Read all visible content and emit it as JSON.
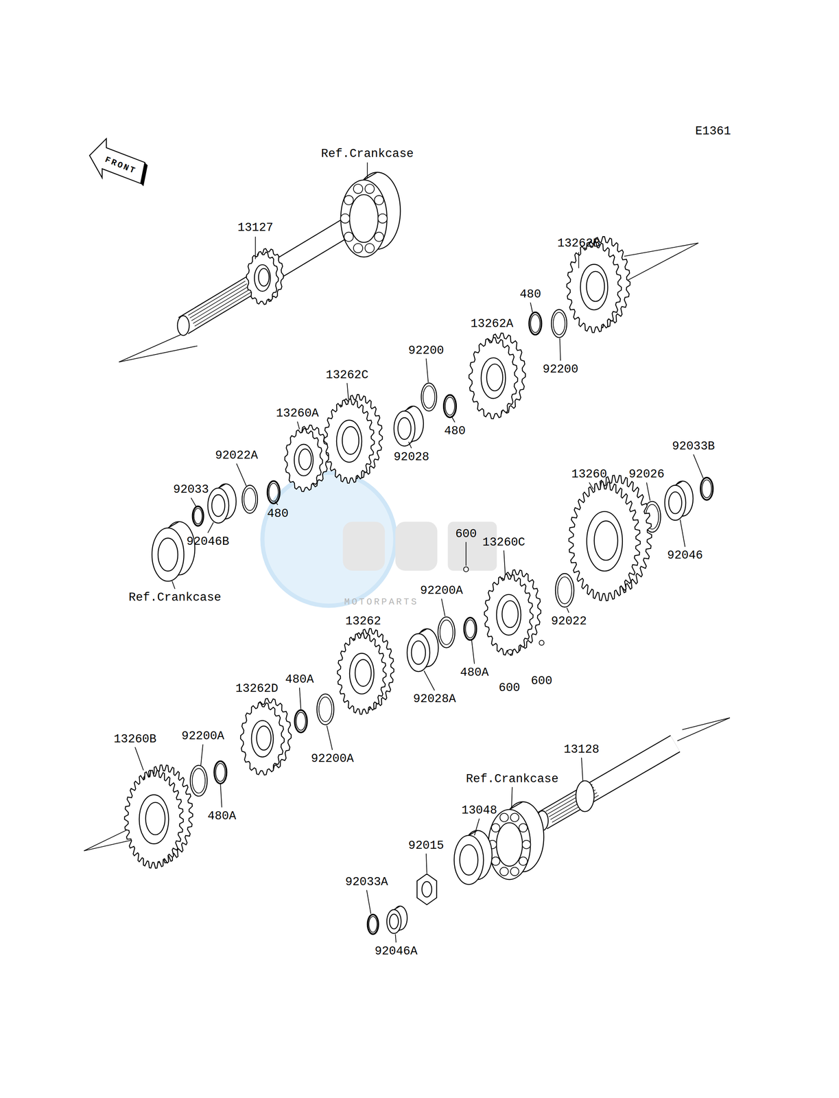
{
  "diagram": {
    "labels": [
      "E1361",
      "FRONT",
      "Ref.Crankcase",
      "13127",
      "13262B",
      "480",
      "13262A",
      "92200",
      "92200",
      "13262C",
      "13260A",
      "480",
      "92028",
      "92022A",
      "92033",
      "480",
      "92046B",
      "Ref.Crankcase",
      "92033B",
      "13260",
      "92026",
      "92046",
      "600",
      "13260C",
      "92200A",
      "92022",
      "13262",
      "480A",
      "600",
      "600",
      "92028A",
      "13262D",
      "480A",
      "13260B",
      "92200A",
      "92200A",
      "480A",
      "13128",
      "Ref.Crankcase",
      "13048",
      "92015",
      "92033A",
      "92046A",
      "MOTORPARTS"
    ]
  }
}
